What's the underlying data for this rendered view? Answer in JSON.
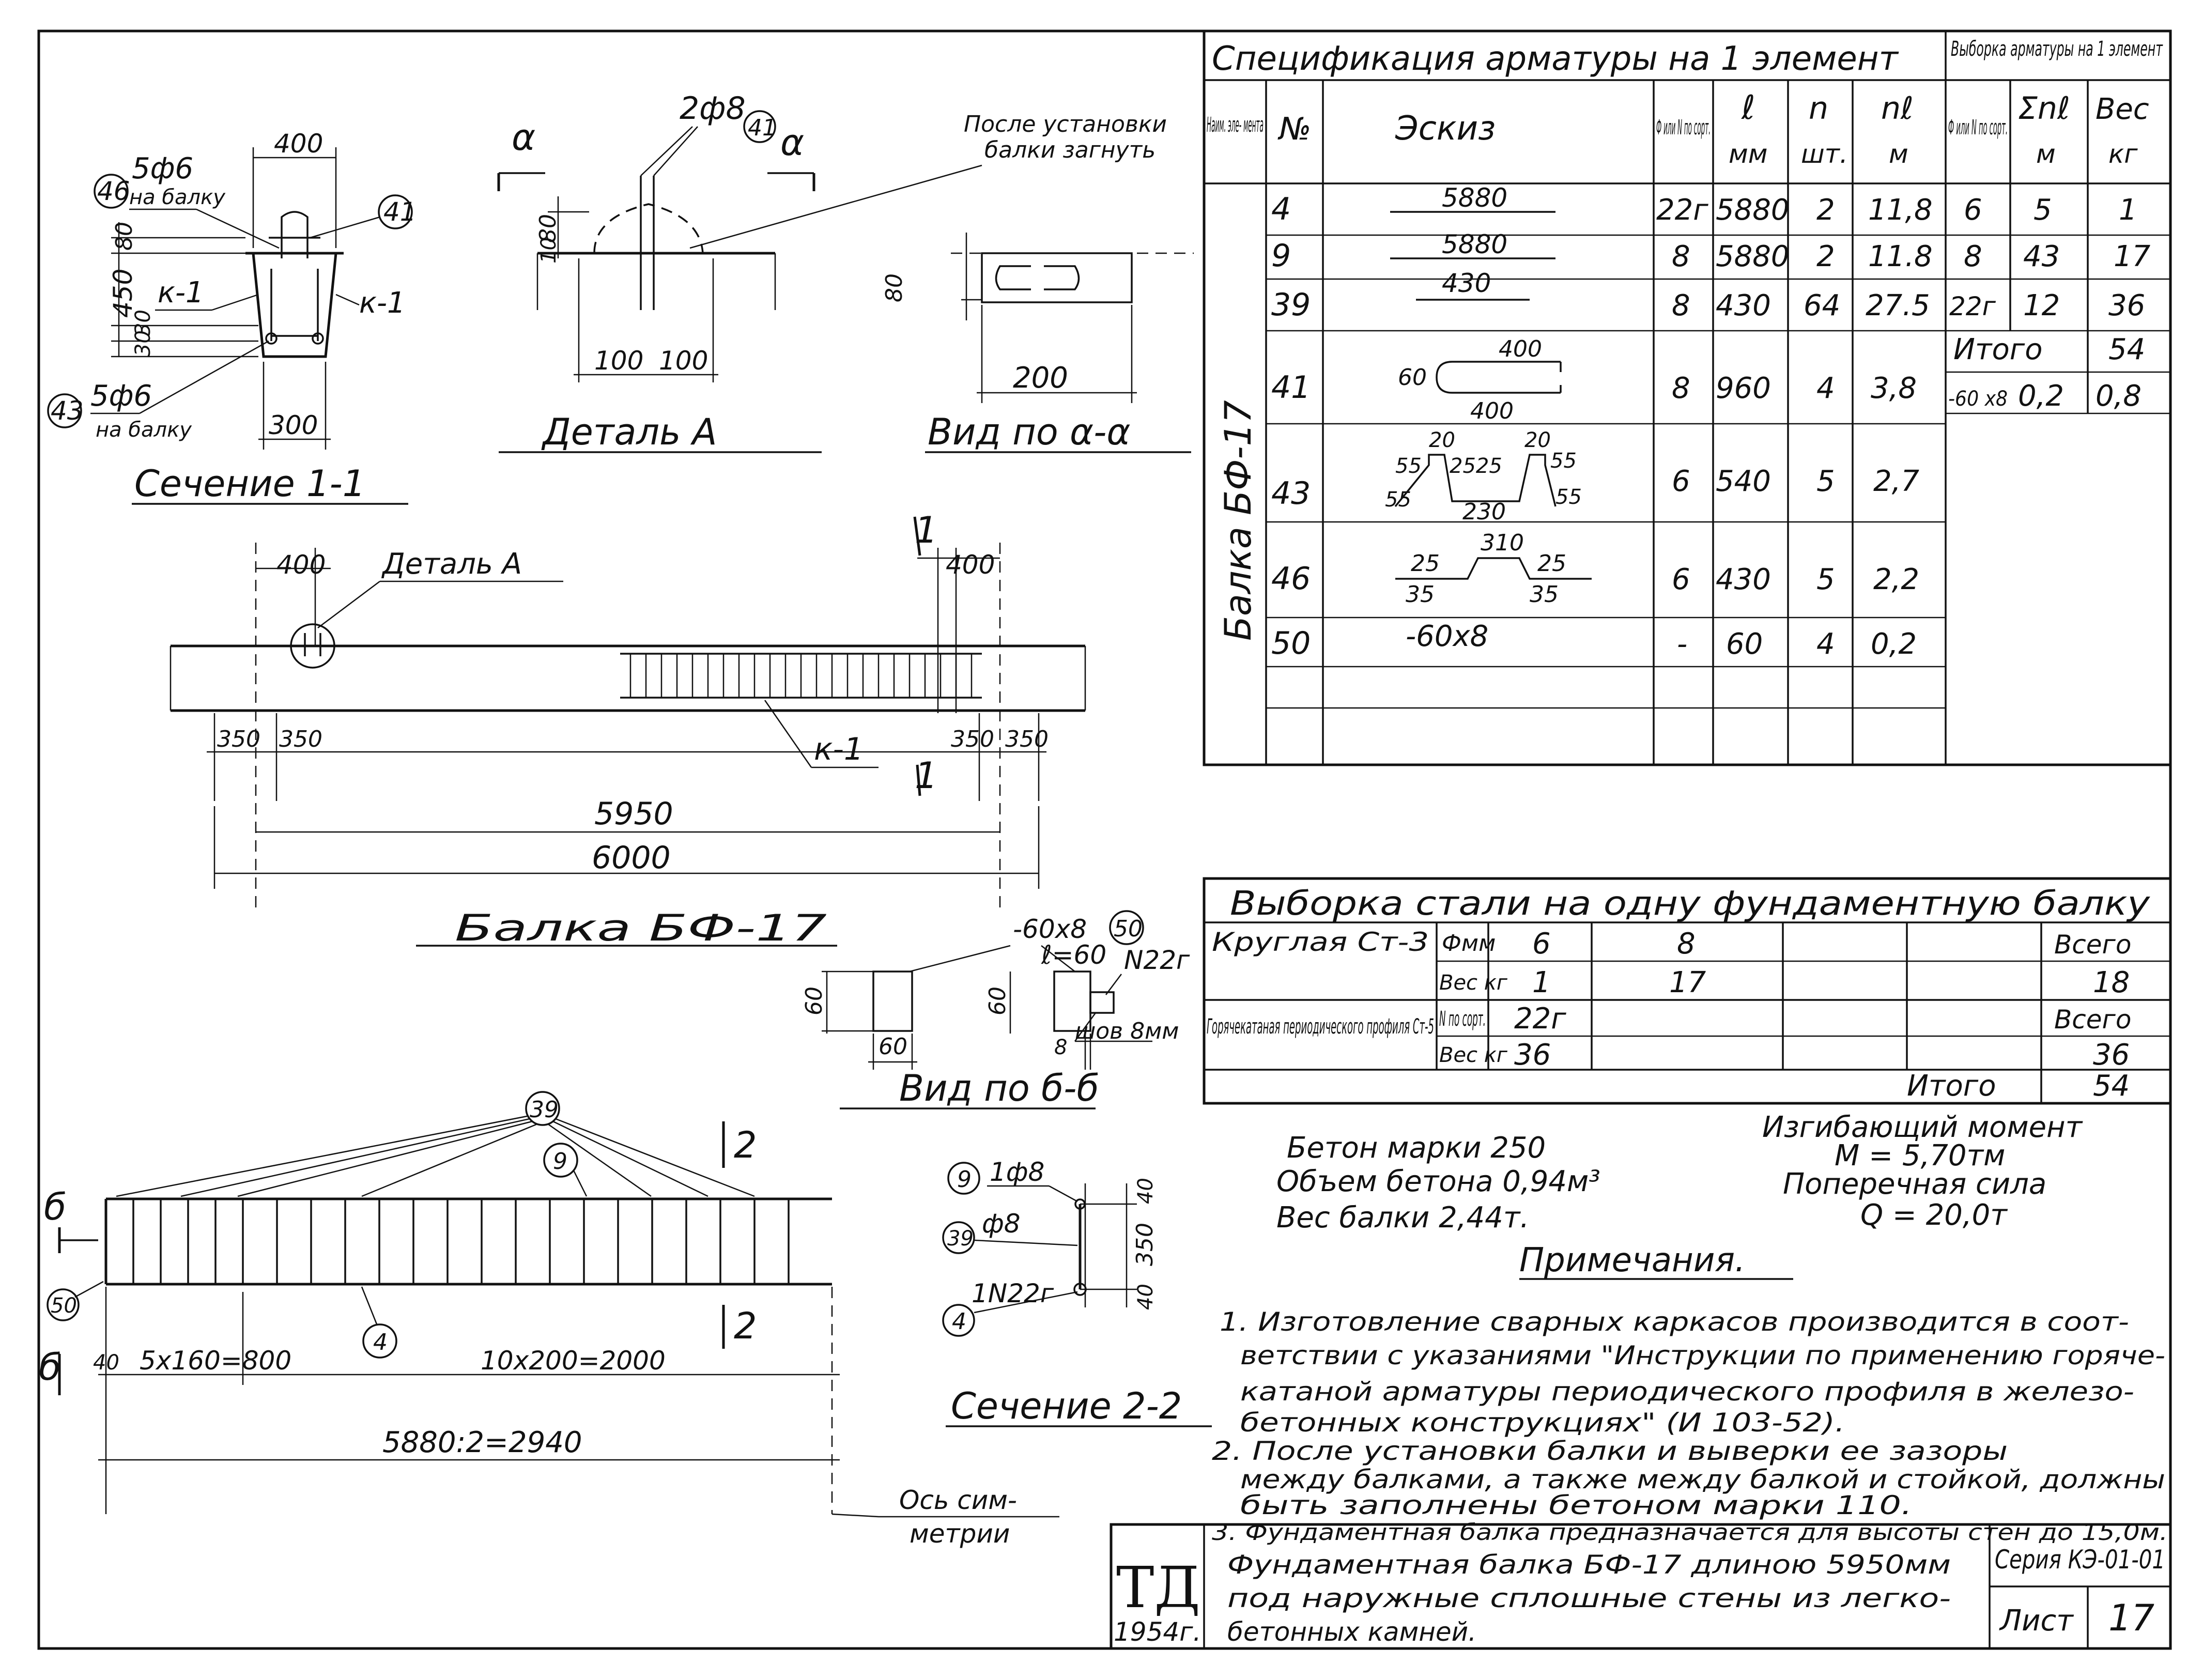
{
  "spec_table": {
    "title": "Спецификация арматуры на 1 элемент",
    "selection_title": "Выборка арматуры на 1 элемент",
    "headers": {
      "name": "Наим. эле- мента",
      "num": "№",
      "sketch": "Эскиз",
      "diam": "Ф или N по сорт.",
      "length": "ℓ",
      "length_unit": "мм",
      "count": "n",
      "count_unit": "шт.",
      "total_len": "nℓ",
      "total_len_unit": "м",
      "sel_diam": "Ф или N по сорт.",
      "sel_sum": "Σnℓ",
      "sel_sum_unit": "м",
      "sel_weight": "Вес",
      "sel_weight_unit": "кг"
    },
    "element_name": "Балка БФ-17",
    "rows": [
      {
        "num": "4",
        "sketch": "5880",
        "diam": "22г",
        "length": "5880",
        "count": "2",
        "total": "11,8"
      },
      {
        "num": "9",
        "sketch": "5880",
        "diam": "8",
        "length": "5880",
        "count": "2",
        "total": "11.8"
      },
      {
        "num": "39",
        "sketch": "430",
        "diam": "8",
        "length": "430",
        "count": "64",
        "total": "27.5"
      },
      {
        "num": "41",
        "sketch": "",
        "diam": "8",
        "length": "960",
        "count": "4",
        "total": "3,8"
      },
      {
        "num": "43",
        "sketch": "",
        "diam": "6",
        "length": "540",
        "count": "5",
        "total": "2,7"
      },
      {
        "num": "46",
        "sketch": "",
        "diam": "6",
        "length": "430",
        "count": "5",
        "total": "2,2"
      },
      {
        "num": "50",
        "sketch": "-60x8",
        "diam": "-",
        "length": "60",
        "count": "4",
        "total": "0,2"
      }
    ],
    "selection_rows": [
      {
        "diam": "6",
        "sum": "5",
        "weight": "1"
      },
      {
        "diam": "8",
        "sum": "43",
        "weight": "17"
      },
      {
        "diam": "22г",
        "sum": "12",
        "weight": "36"
      },
      {
        "diam": "Итого",
        "sum": "",
        "weight": "54"
      },
      {
        "diam": "-60 x8",
        "sum": "0,2",
        "weight": "0,8"
      }
    ],
    "sketch_dims": {
      "r41_a": "400",
      "r41_b": "60",
      "r41_c": "400",
      "r43_a": "20",
      "r43_b": "20",
      "r43_c": "55",
      "r43_d": "2525",
      "r43_e": "55",
      "r43_f": "55",
      "r43_g": "230",
      "r43_h": "55",
      "r46_a": "310",
      "r46_b": "25",
      "r46_c": "25",
      "r46_d": "35",
      "r46_e": "35"
    }
  },
  "steel_table": {
    "title": "Выборка стали на одну фундаментную балку",
    "round_label": "Круглая Ст-3",
    "hot_label": "Горячекатаная периодического профиля Ст-5",
    "phi_mm": "Фмм",
    "weight_kg": "Вес кг",
    "n_sort": "N по сорт.",
    "total_header": "Всего",
    "round_sizes": [
      "6",
      "8"
    ],
    "round_weights": [
      "1",
      "17"
    ],
    "round_total": "18",
    "hot_size": "22г",
    "hot_weight": "36",
    "hot_total": "36",
    "grand_label": "Итого",
    "grand_total": "54"
  },
  "concrete": {
    "grade": "Бетон марки 250",
    "volume": "Объем бетона 0,94м³",
    "weight": "Вес балки 2,44т.",
    "moment_label": "Изгибающий момент",
    "moment_value": "M = 5,70тм",
    "shear_label": "Поперечная сила",
    "shear_value": "Q = 20,0т"
  },
  "notes": {
    "title": "Примечания.",
    "lines": [
      "1. Изготовление сварных каркасов производится в соот-",
      "ветствии с указаниями \"Инструкции по применению горяче-",
      "катаной арматуры периодического профиля в железо-",
      "бетонных конструкциях\" (И 103-52).",
      "2. После установки балки и выверки ее зазоры",
      "между балками, а также между балкой и стойкой, должны",
      "быть заполнены бетоном марки 110.",
      "3. Фундаментная балка предназначается для высоты стен до 15,0м."
    ]
  },
  "title_block": {
    "logo": "ТД",
    "year": "1954г.",
    "desc_1": "Фундаментная балка БФ-17 длиною 5950мм",
    "desc_2": "под наружные сплошные стены из легко-",
    "desc_3": "бетонных камней.",
    "series": "Серия КЭ-01-01",
    "sheet_label": "Лист",
    "sheet_no": "17"
  },
  "section_1": {
    "title": "Сечение 1-1",
    "w_top": "400",
    "w_bot": "300",
    "h_top": "80",
    "h_main": "450",
    "h_bot": "30",
    "h_bot2": "30",
    "k_left": "к-1",
    "k_right": "к-1",
    "m46": "46",
    "m46_txt": "5ф6",
    "m46_sub": "на балку",
    "m43": "43",
    "m43_txt": "5ф6",
    "m43_sub": "на балку",
    "m41": "41"
  },
  "detail_a": {
    "title": "Деталь А",
    "bar_label": "2ф8",
    "bar_mark": "41",
    "alpha": "α",
    "d80": "80",
    "d10": "10",
    "d100a": "100",
    "d100b": "100",
    "note_1": "После установки",
    "note_2": "балки загнуть"
  },
  "view_aa": {
    "title": "Вид по α-α",
    "d80": "80",
    "d200": "200"
  },
  "beam": {
    "title": "Балка БФ-17",
    "d400l": "400",
    "d400r": "400",
    "d350a": "350",
    "d350b": "350",
    "d350c": "350",
    "d350d": "350",
    "d5950": "5950",
    "d6000": "6000",
    "detail_ref": "Деталь А",
    "frame": "к-1",
    "cut": "1"
  },
  "view_bb": {
    "title": "Вид по б-б",
    "plate": "-60x8",
    "mark": "50",
    "ell": "ℓ=60",
    "n22": "N22г",
    "weld": "шов 8мм",
    "d60a": "60",
    "d60b": "60",
    "d60c": "60",
    "d8": "8"
  },
  "frame": {
    "m39": "39",
    "m9": "9",
    "m4": "4",
    "m50": "50",
    "b": "б",
    "cut2": "2",
    "d40": "40",
    "d800": "5x160=800",
    "d2000": "10x200=2000",
    "d2940": "5880:2=2940",
    "axis_1": "Ось сим-",
    "axis_2": "метрии"
  },
  "section_2": {
    "title": "Сечение 2-2",
    "m9": "9",
    "m9_txt": "1ф8",
    "m39": "39",
    "m39_txt": "ф8",
    "m4": "4",
    "m4_txt": "1N22г",
    "d40a": "40",
    "d350": "350",
    "d40b": "40"
  }
}
